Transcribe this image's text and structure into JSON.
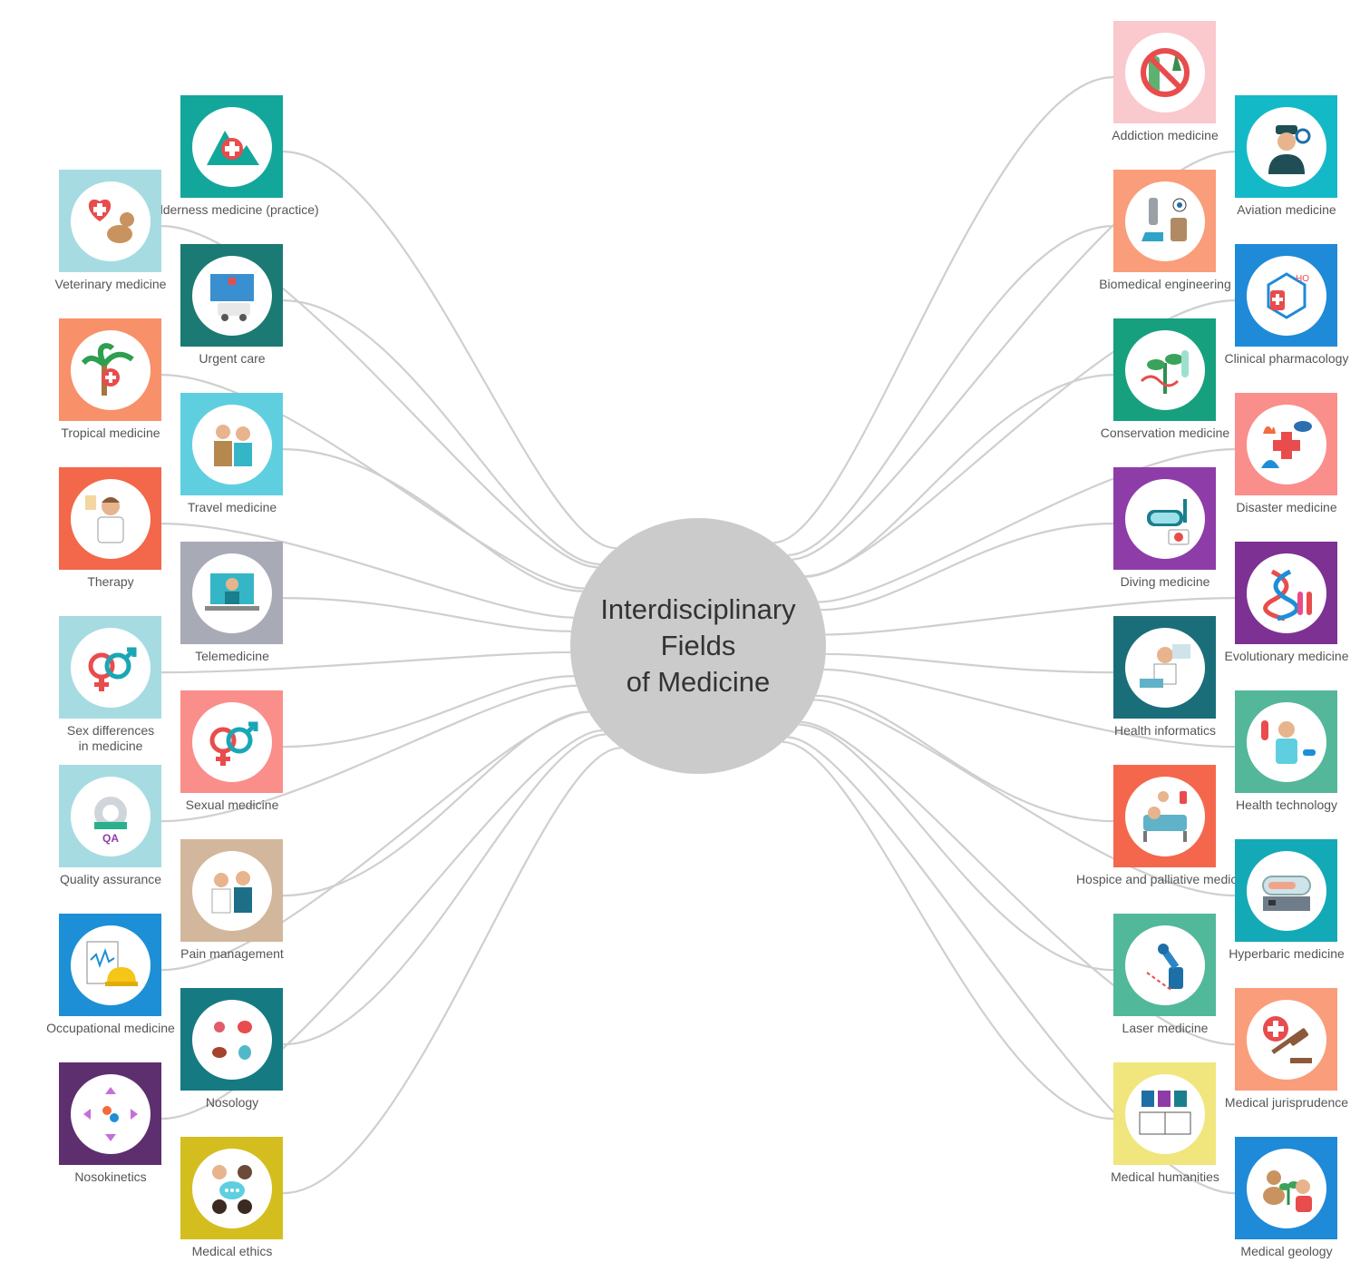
{
  "center": {
    "title": "Interdisciplinary\nFields\nof Medicine",
    "color": "#cbcbcb"
  },
  "link_color": "#cfcfcf",
  "nodes": [
    {
      "label": "Wilderness medicine (practice)",
      "color": "#13a79b",
      "icon": "mountain-cross-icon"
    },
    {
      "label": "Veterinary medicine",
      "color": "#a7dbe2",
      "icon": "pet-heart-icon"
    },
    {
      "label": "Urgent care",
      "color": "#1b7a73",
      "icon": "ambulance-icon"
    },
    {
      "label": "Tropical medicine",
      "color": "#f8906a",
      "icon": "palm-tree-icon"
    },
    {
      "label": "Travel medicine",
      "color": "#5fcfe0",
      "icon": "travelers-icon"
    },
    {
      "label": "Therapy",
      "color": "#f3674a",
      "icon": "doctor-icon"
    },
    {
      "label": "Telemedicine",
      "color": "#a8aab5",
      "icon": "laptop-doctor-icon"
    },
    {
      "label": "Sex differences\nin medicine",
      "color": "#a7dbe2",
      "icon": "gender-symbols-icon"
    },
    {
      "label": "Sexual medicine",
      "color": "#fa8e8a",
      "icon": "gender-symbols-icon"
    },
    {
      "label": "Quality assurance",
      "color": "#a7dbe2",
      "icon": "mri-scanner-icon"
    },
    {
      "label": "Pain management",
      "color": "#d2b79d",
      "icon": "medical-team-icon"
    },
    {
      "label": "Occupational medicine",
      "color": "#1d8fd6",
      "icon": "hard-hat-icon"
    },
    {
      "label": "Nosology",
      "color": "#167a82",
      "icon": "organs-icon"
    },
    {
      "label": "Nosokinetics",
      "color": "#5d2f6f",
      "icon": "virus-arrows-icon"
    },
    {
      "label": "Medical ethics",
      "color": "#d4be1f",
      "icon": "discussion-icon"
    },
    {
      "label": "Addiction medicine",
      "color": "#f9c9cd",
      "icon": "no-drugs-icon"
    },
    {
      "label": "Aviation medicine",
      "color": "#14b9c8",
      "icon": "pilot-icon"
    },
    {
      "label": "Biomedical engineering",
      "color": "#fa9d7a",
      "icon": "prosthesis-icon"
    },
    {
      "label": "Clinical pharmacology",
      "color": "#1f8ad8",
      "icon": "molecule-icon"
    },
    {
      "label": "Conservation medicine",
      "color": "#16a07e",
      "icon": "plant-dna-icon"
    },
    {
      "label": "Disaster medicine",
      "color": "#fa8e8a",
      "icon": "disaster-icon"
    },
    {
      "label": "Diving medicine",
      "color": "#8e3ca8",
      "icon": "diving-mask-icon"
    },
    {
      "label": "Evolutionary medicine",
      "color": "#7d3193",
      "icon": "dna-icon"
    },
    {
      "label": "Health informatics",
      "color": "#1a6e7a",
      "icon": "computer-doctor-icon"
    },
    {
      "label": "Health technology",
      "color": "#54b799",
      "icon": "nurse-pills-icon"
    },
    {
      "label": "Hospice and palliative medicine",
      "color": "#f4674c",
      "icon": "hospital-bed-icon"
    },
    {
      "label": "Hyperbaric medicine",
      "color": "#14a9b6",
      "icon": "hyperbaric-chamber-icon"
    },
    {
      "label": "Laser medicine",
      "color": "#52b89a",
      "icon": "laser-robot-icon"
    },
    {
      "label": "Medical jurisprudence",
      "color": "#fa9d7a",
      "icon": "gavel-icon"
    },
    {
      "label": "Medical humanities",
      "color": "#f0e67d",
      "icon": "book-icon"
    },
    {
      "label": "Medical geology",
      "color": "#1f8ad8",
      "icon": "dog-plant-icon"
    }
  ]
}
